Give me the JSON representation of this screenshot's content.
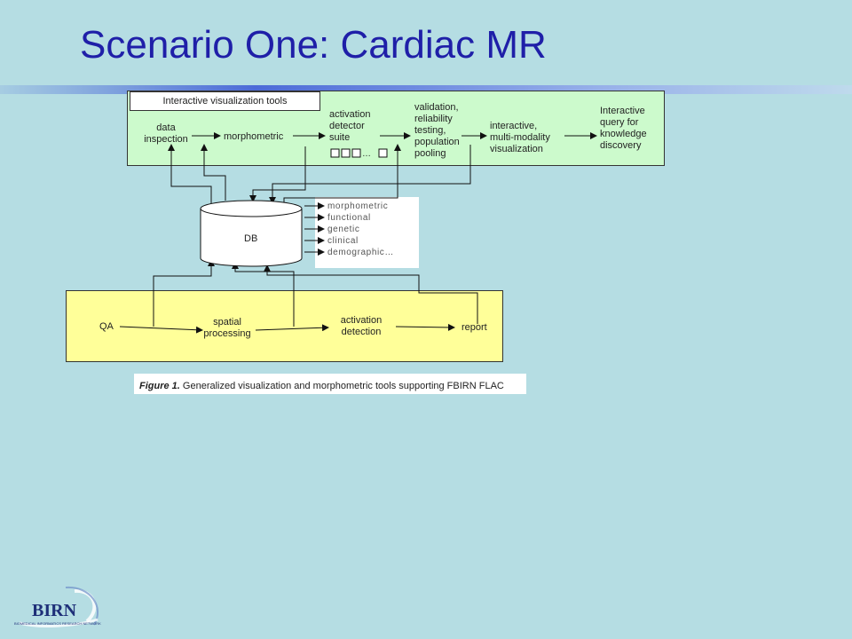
{
  "slide": {
    "title": "Scenario One: Cardiac MR"
  },
  "top_panel": {
    "tab_label": "Interactive visualization tools",
    "nodes": {
      "data_inspection": [
        "data",
        "inspection"
      ],
      "morphometric": "morphometric",
      "activation_detector_suite": [
        "activation",
        "detector",
        "suite"
      ],
      "suite_ellipsis": "…",
      "validation": [
        "validation,",
        "reliability",
        "testing,",
        "population",
        "pooling"
      ],
      "interactive_visualization": [
        "interactive,",
        "multi-modality",
        "visualization"
      ],
      "query_discovery": [
        "Interactive",
        "query for",
        "knowledge",
        "discovery"
      ]
    }
  },
  "db": {
    "label": "DB",
    "data_types": [
      "morphometric",
      "functional",
      "genetic",
      "clinical",
      "demographic…"
    ]
  },
  "bottom_panel": {
    "nodes": {
      "qa": "QA",
      "spatial_processing": [
        "spatial",
        "processing"
      ],
      "activation_detection": [
        "activation",
        "detection"
      ],
      "report": "report"
    }
  },
  "figure_caption": {
    "label": "Figure 1.",
    "text": "Generalized visualization and morphometric tools supporting FBIRN FLAC"
  },
  "logo": {
    "text": "BIRN",
    "subtitle": "BIOMEDICAL INFORMATICS RESEARCH NETWORK"
  }
}
